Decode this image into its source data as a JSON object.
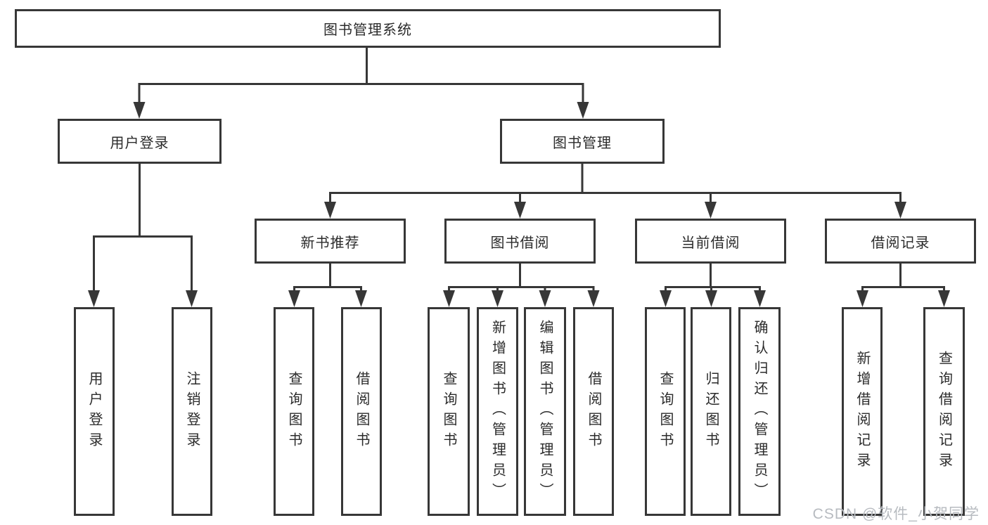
{
  "root": {
    "label": "图书管理系统"
  },
  "branches": [
    {
      "label": "用户登录",
      "children": [
        "用户登录",
        "注销登录"
      ]
    },
    {
      "label": "图书管理",
      "children": [
        {
          "label": "新书推荐",
          "children": [
            "查询图书",
            "借阅图书"
          ]
        },
        {
          "label": "图书借阅",
          "children": [
            "查询图书",
            "新增图书（管理员）",
            "编辑图书（管理员）",
            "借阅图书"
          ]
        },
        {
          "label": "当前借阅",
          "children": [
            "查询图书",
            "归还图书",
            "确认归还（管理员）"
          ]
        },
        {
          "label": "借阅记录",
          "children": [
            "新增借阅记录",
            "查询借阅记录"
          ]
        }
      ]
    }
  ],
  "watermark": "CSDN @软件_小贺同学",
  "colors": {
    "line": "#373737",
    "box_border": "#373737",
    "text": "#2b2b2b",
    "watermark": "#b7bbc0",
    "background": "#ffffff"
  }
}
